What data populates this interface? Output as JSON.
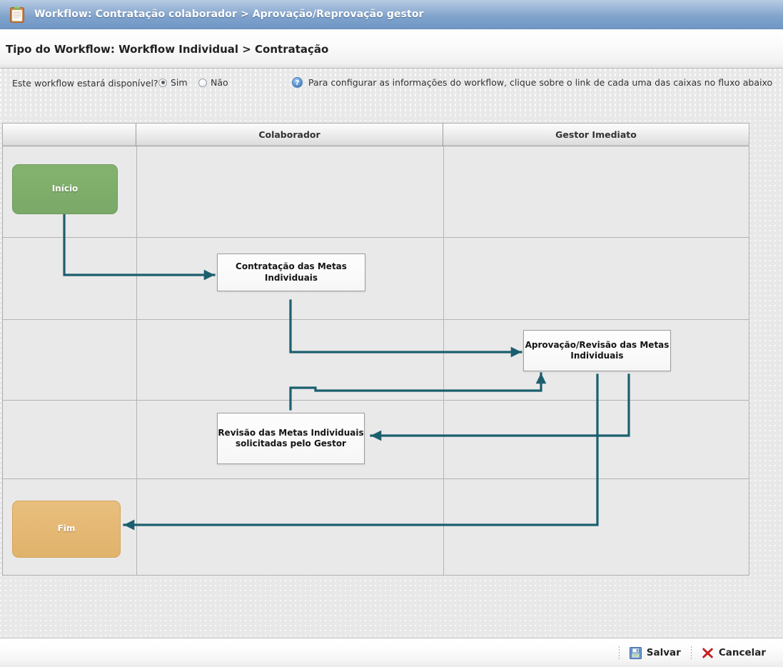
{
  "topbar": {
    "icon": "clipboard-icon",
    "breadcrumb": "Workflow: Contratação colaborador > Aprovação/Reprovação gestor"
  },
  "page": {
    "title": "Tipo do Workflow: Workflow Individual > Contratação"
  },
  "options": {
    "availability_label": "Este workflow estará disponível?",
    "radios": [
      {
        "label": "Sim",
        "checked": true
      },
      {
        "label": "Não",
        "checked": false
      }
    ],
    "help_icon": "question-mark-icon",
    "help_text": "Para configurar as informações do workflow, clique sobre o link de cada uma das caixas no fluxo abaixo"
  },
  "diagram": {
    "columns": [
      "",
      "Colaborador",
      "Gestor Imediato"
    ],
    "nodes": [
      {
        "id": "inicio",
        "label": "Início",
        "type": "terminal-start",
        "lane": 0
      },
      {
        "id": "contratacao",
        "label": "Contratação das Metas Individuais",
        "type": "task",
        "lane": 1
      },
      {
        "id": "aprovacao",
        "label": "Aprovação/Revisão das Metas Individuais",
        "type": "task",
        "lane": 2
      },
      {
        "id": "revisao",
        "label": "Revisão das Metas Individuais solicitadas pelo Gestor",
        "type": "task",
        "lane": 1
      },
      {
        "id": "fim",
        "label": "Fim",
        "type": "terminal-end",
        "lane": 0
      }
    ],
    "connector_color": "#1b5f6e",
    "start_color": "#7fae6b",
    "end_color": "#e5b974"
  },
  "footer": {
    "save_label": "Salvar",
    "save_icon": "floppy-disk-icon",
    "cancel_label": "Cancelar",
    "cancel_icon": "red-x-icon"
  }
}
